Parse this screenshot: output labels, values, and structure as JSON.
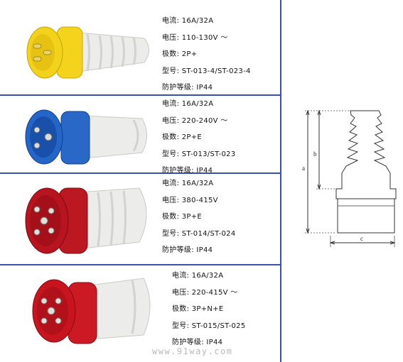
{
  "products": [
    {
      "color_name": "yellow",
      "body_color": "#f2d21a",
      "specs": [
        {
          "label": "电流:",
          "value": "16A/32A"
        },
        {
          "label": "电压:",
          "value": "110-130V ～"
        },
        {
          "label": "极数:",
          "value": "2P+"
        },
        {
          "label": "型号:",
          "value": "ST-013-4/ST-023-4"
        },
        {
          "label": "防护等级:",
          "value": "IP44"
        }
      ]
    },
    {
      "color_name": "blue",
      "body_color": "#1f63c6",
      "specs": [
        {
          "label": "电流:",
          "value": "16A/32A"
        },
        {
          "label": "电压:",
          "value": "220-240V ～"
        },
        {
          "label": "极数:",
          "value": "2P+E"
        },
        {
          "label": "型号:",
          "value": "ST-013/ST-023"
        },
        {
          "label": "防护等级:",
          "value": "IP44"
        }
      ]
    },
    {
      "color_name": "red",
      "body_color": "#b8131e",
      "specs": [
        {
          "label": "电流:",
          "value": "16A/32A"
        },
        {
          "label": "电压:",
          "value": "380-415V"
        },
        {
          "label": "极数:",
          "value": "3P+E"
        },
        {
          "label": "型号:",
          "value": "ST-014/ST-024"
        },
        {
          "label": "防护等级:",
          "value": "IP44"
        }
      ]
    },
    {
      "color_name": "red",
      "body_color": "#c8141f",
      "specs": [
        {
          "label": "电流:",
          "value": "16A/32A"
        },
        {
          "label": "电压:",
          "value": "220-415V ～"
        },
        {
          "label": "极数:",
          "value": "3P+N+E"
        },
        {
          "label": "型号:",
          "value": "ST-015/ST-025"
        },
        {
          "label": "防护等级:",
          "value": "IP44"
        }
      ]
    }
  ],
  "diagram": {
    "label_a": "a",
    "label_b": "b",
    "label_c": "c"
  },
  "watermark": "www.91way.com",
  "line_color": "#3a4fb0"
}
